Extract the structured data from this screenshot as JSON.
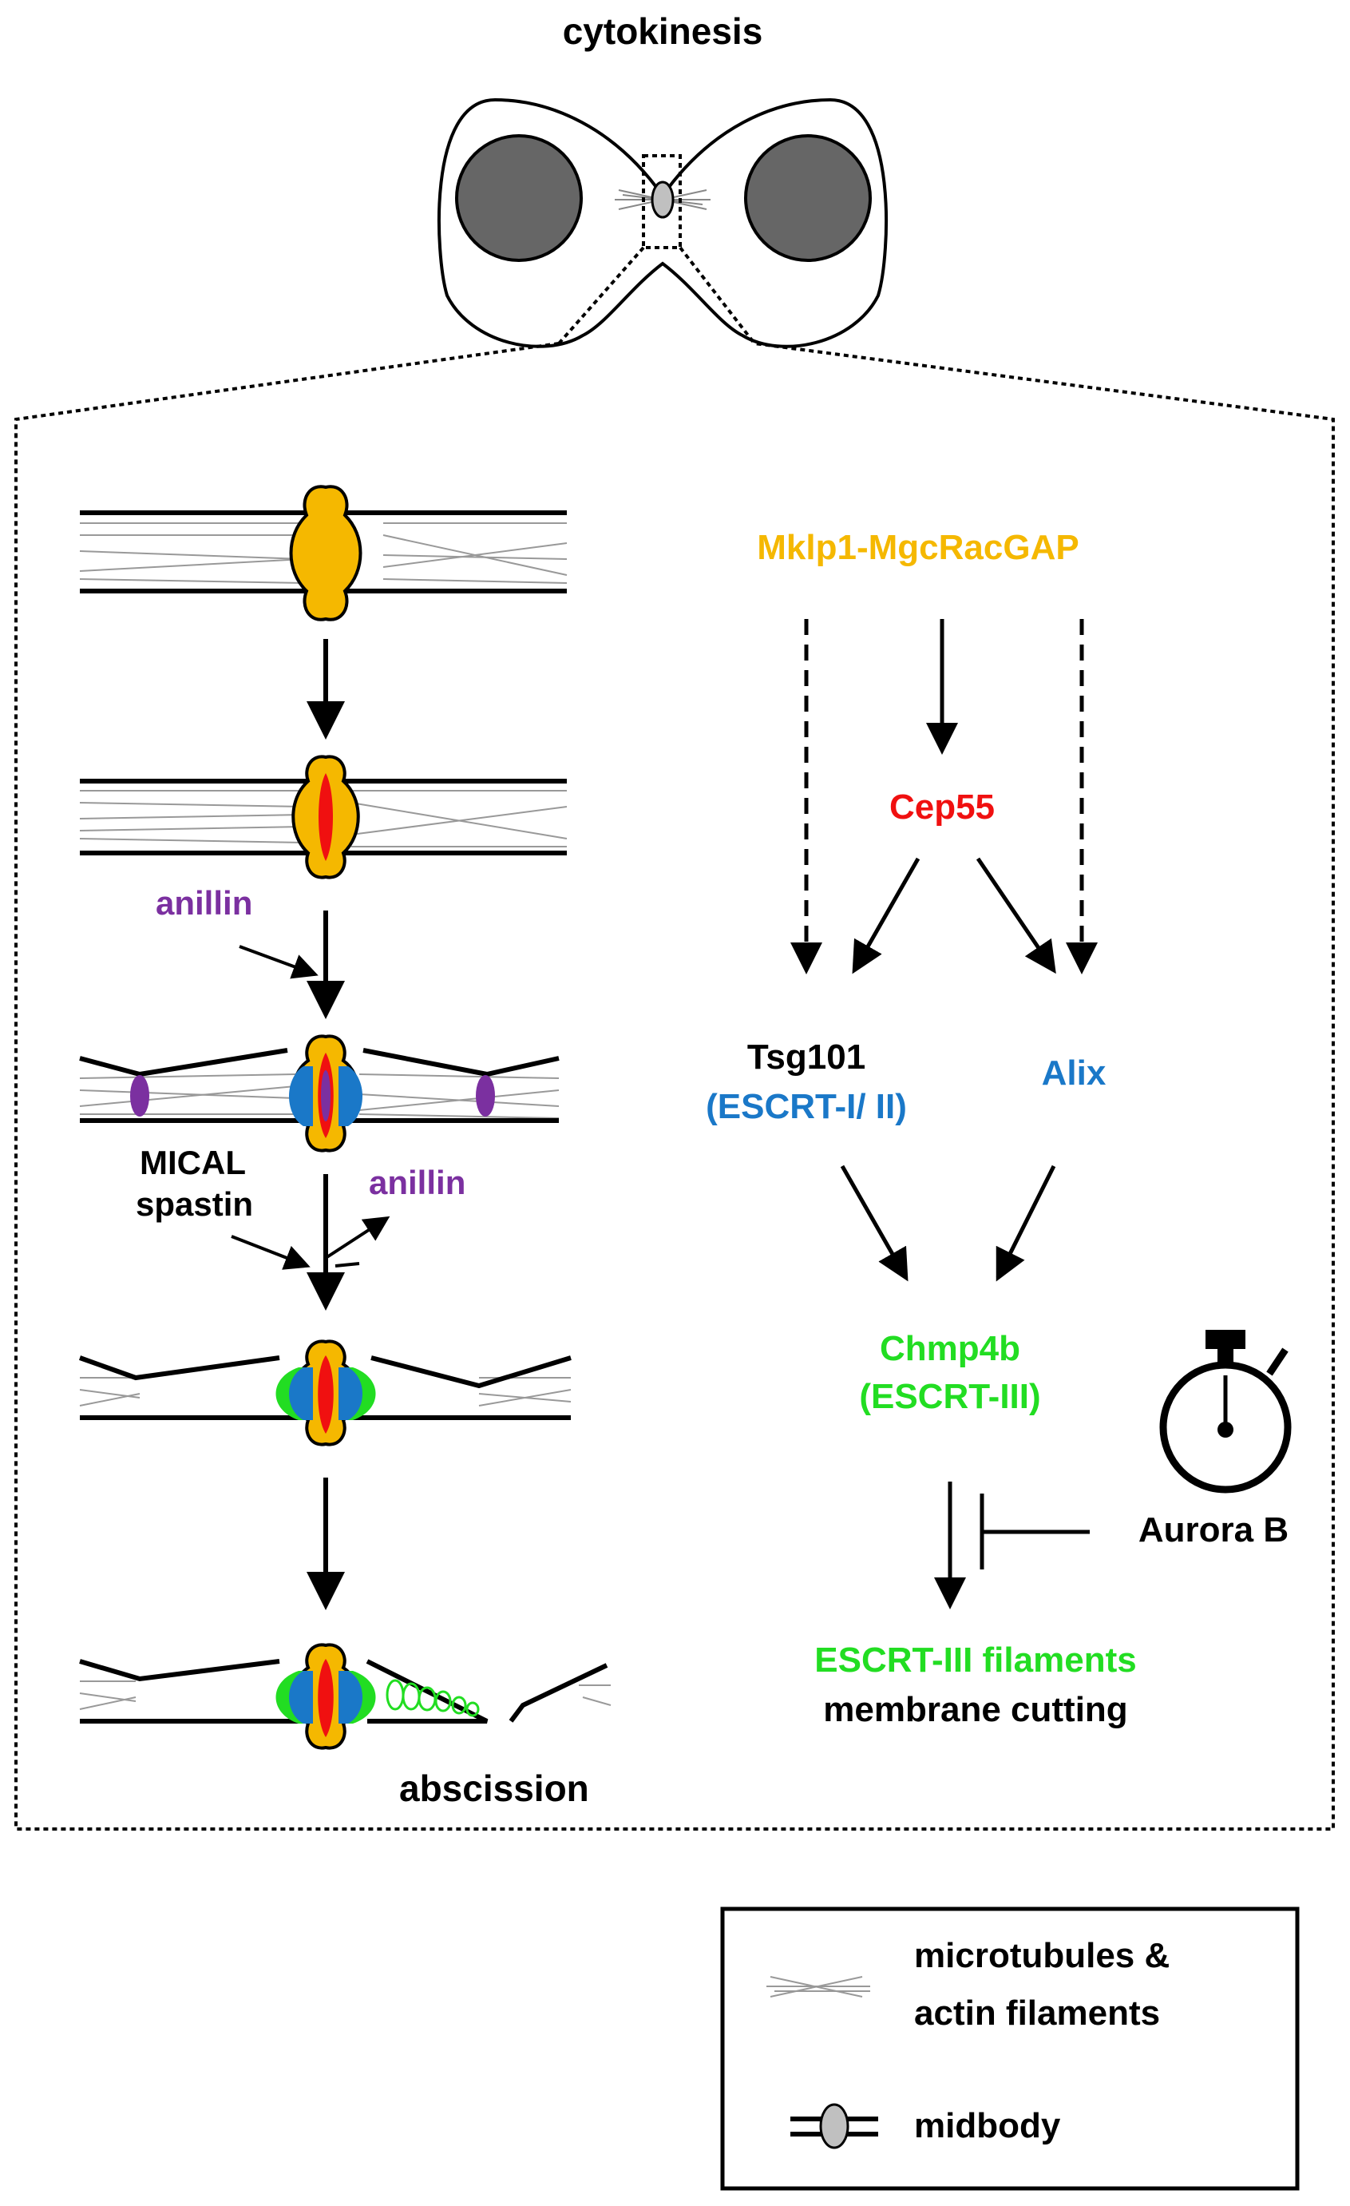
{
  "title": "cytokinesis",
  "left_panel": {
    "anillin_top": "anillin",
    "mical": "MICAL",
    "spastin": "spastin",
    "anillin_mid": "anillin",
    "abscission": "abscission"
  },
  "pathway": {
    "mklp1": "Mklp1-MgcRacGAP",
    "cep55": "Cep55",
    "tsg101": "Tsg101",
    "escrt_1_2": "(ESCRT-I/ II)",
    "alix": "Alix",
    "chmp4b": "Chmp4b",
    "escrt_3": "(ESCRT-III)",
    "aurora_b": "Aurora B",
    "filaments": "ESCRT-III filaments",
    "cutting": "membrane cutting"
  },
  "legend": {
    "microtubules_line1": "microtubules &",
    "microtubules_line2": "actin filaments",
    "midbody": "midbody"
  },
  "colors": {
    "mklp1": "#F5B800",
    "cep55": "#F01010",
    "escrt_1_2": "#1A78C8",
    "chmp4b": "#22DD22",
    "anillin": "#7B30A0",
    "midbody_fill": "#C0C0C0",
    "nucleus": "#666666"
  }
}
